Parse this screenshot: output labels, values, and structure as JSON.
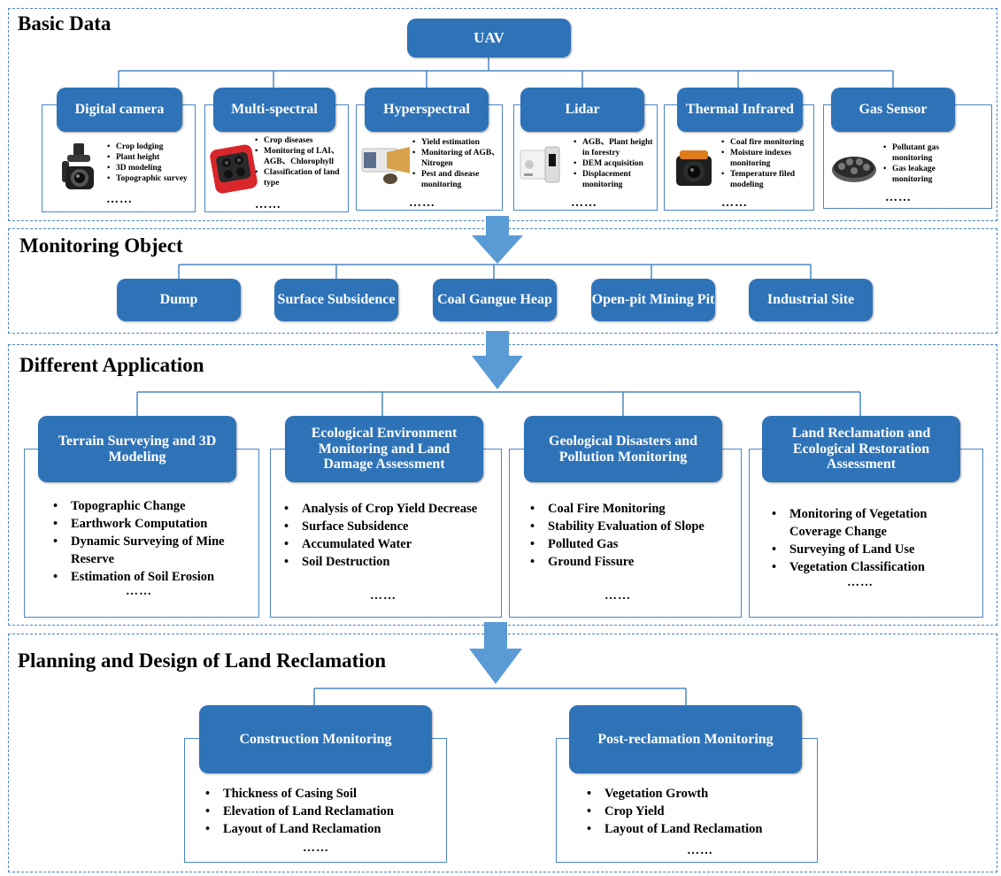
{
  "sections": {
    "basic": "Basic Data",
    "monitoring": "Monitoring Object",
    "application": "Different Application",
    "planning": "Planning and Design of Land Reclamation"
  },
  "uav": "UAV",
  "sensors": [
    {
      "title": "Digital camera",
      "items": [
        "Crop lodging",
        "Plant height",
        "3D modeling",
        "Topographic survey"
      ],
      "ellipsis": "……",
      "icon": "camera-gimbal-icon"
    },
    {
      "title": "Multi-spectral",
      "items": [
        "Crop diseases",
        "Monitoring of LAI、AGB、Chlorophyll",
        "Classification of land type"
      ],
      "ellipsis": "……",
      "icon": "multispectral-camera-icon"
    },
    {
      "title": "Hyperspectral",
      "items": [
        "Yield estimation",
        "Monitoring of AGB、Nitrogen",
        "Pest and disease monitoring"
      ],
      "ellipsis": "……",
      "icon": "hyperspectral-imager-icon"
    },
    {
      "title": "Lidar",
      "items": [
        "AGB、Plant height in forestry",
        "DEM acquisition",
        "Displacement monitoring"
      ],
      "ellipsis": "……",
      "icon": "lidar-sensor-icon"
    },
    {
      "title": "Thermal Infrared",
      "items": [
        "Coal fire monitoring",
        "Moisture indexes monitoring",
        "Temperature filed modeling"
      ],
      "ellipsis": "……",
      "icon": "thermal-camera-icon"
    },
    {
      "title": "Gas Sensor",
      "items": [
        "Pollutant gas monitoring",
        "Gas leakage monitoring"
      ],
      "ellipsis": "……",
      "icon": "gas-sensor-icon"
    }
  ],
  "objects": [
    "Dump",
    "Surface Subsidence",
    "Coal Gangue Heap",
    "Open-pit Mining Pit",
    "Industrial Site"
  ],
  "applications": [
    {
      "title": "Terrain Surveying and 3D Modeling",
      "items": [
        "Topographic Change",
        "Earthwork Computation",
        "Dynamic Surveying of Mine Reserve",
        "Estimation of Soil Erosion"
      ],
      "ellipsis": "……"
    },
    {
      "title": "Ecological Environment Monitoring and Land Damage Assessment",
      "items": [
        "Analysis of Crop Yield Decrease",
        "Surface Subsidence",
        "Accumulated Water",
        "Soil Destruction"
      ],
      "ellipsis": "……"
    },
    {
      "title": "Geological Disasters and Pollution Monitoring",
      "items": [
        "Coal Fire Monitoring",
        "Stability Evaluation of Slope",
        "Polluted Gas",
        "Ground Fissure"
      ],
      "ellipsis": "……"
    },
    {
      "title": "Land Reclamation and Ecological Restoration Assessment",
      "items": [
        "Monitoring of Vegetation Coverage Change",
        "Surveying of Land Use",
        "Vegetation Classification"
      ],
      "ellipsis": "……"
    }
  ],
  "planning": [
    {
      "title": "Construction Monitoring",
      "items": [
        "Thickness of Casing Soil",
        "Elevation of Land Reclamation",
        "Layout of Land Reclamation"
      ],
      "ellipsis": "……"
    },
    {
      "title": "Post-reclamation Monitoring",
      "items": [
        "Vegetation Growth",
        "Crop Yield",
        "Layout of Land Reclamation"
      ],
      "ellipsis": "……"
    }
  ],
  "colors": {
    "node": "#2e73b8",
    "line": "#4a86c6",
    "arrow": "#5b9bd5"
  }
}
